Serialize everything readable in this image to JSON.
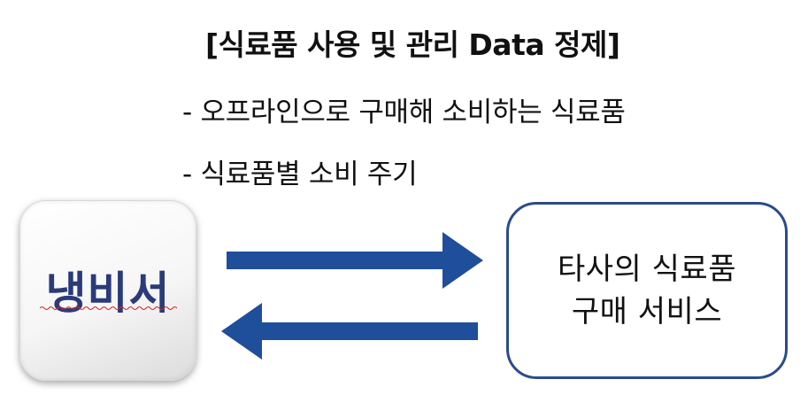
{
  "title": "[식료품 사용 및 관리 Data 정제]",
  "bullets": [
    "- 오프라인으로 구매해 소비하는 식료품",
    "- 식료품별 소비 주기"
  ],
  "app": {
    "name": "냉비서"
  },
  "service": {
    "line1": "타사의 식료품",
    "line2": "구매 서비스"
  },
  "colors": {
    "arrow": "#1f4e9a",
    "app_text": "#2b3a78",
    "box_border": "#2b4c8a",
    "squiggle": "#e02020"
  },
  "icons": {
    "right_arrow": "arrow-right-icon",
    "left_arrow": "arrow-left-icon"
  }
}
